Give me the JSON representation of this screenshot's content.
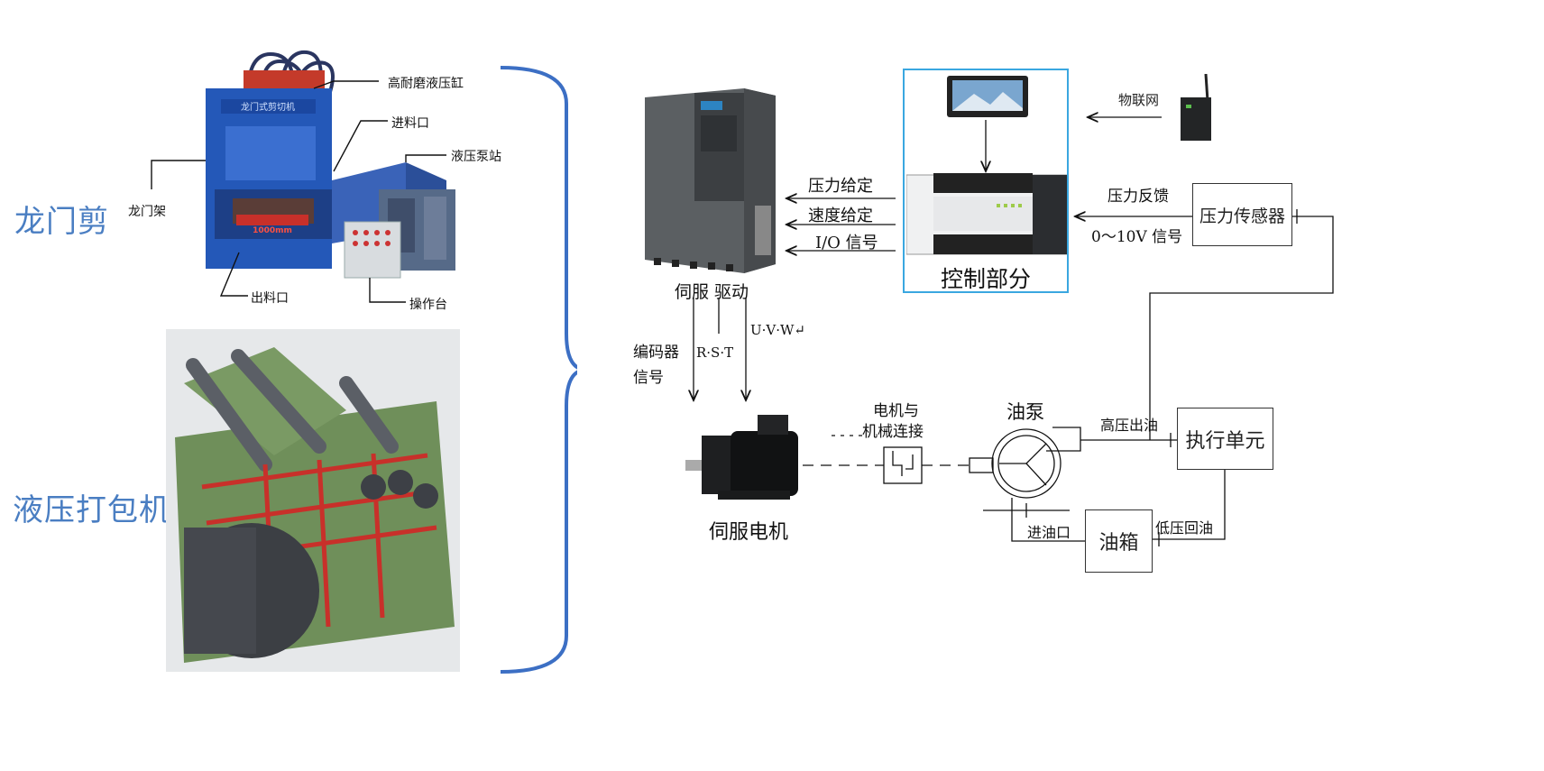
{
  "left": {
    "gantry_shear_label": "龙门剪",
    "baler_label": "液压打包机",
    "gantry_callouts": {
      "cylinder": "高耐磨液压缸",
      "feed_inlet": "进料口",
      "pump_station": "液压泵站",
      "gantry_frame": "龙门架",
      "outlet": "出料口",
      "console": "操作台"
    },
    "machine_plate": "龙门式剪切机",
    "machine_tonnage": "1000mm"
  },
  "diagram": {
    "servo_drive_label": "伺服 驱动",
    "control_label": "控制部分",
    "iot_label": "物联网",
    "pressure_given": "压力给定",
    "speed_given": "速度给定",
    "io_signal": "I/O 信号",
    "pressure_feedback": "压力反馈",
    "voltage_signal": "0～10V 信号",
    "pressure_sensor": "压力传感器",
    "encoder_signal_line1": "编码器",
    "encoder_signal_line2": "信号",
    "rst": "R·S·T",
    "uvw": "U·V·W↵",
    "servo_motor": "伺服电机",
    "coupling_line1": "电机与",
    "coupling_line2": "机械连接",
    "oil_pump": "油泵",
    "high_pressure_out": "高压出油",
    "actuator": "执行单元",
    "oil_inlet": "进油口",
    "oil_tank": "油箱",
    "low_pressure_return": "低压回油"
  },
  "colors": {
    "accent_blue": "#4a7ec2",
    "brace_blue": "#3c6fc4",
    "control_border": "#3aa7e0",
    "machine_blue": "#2458b8",
    "baler_green": "#6f8f5a",
    "baler_red": "#c8302a"
  }
}
